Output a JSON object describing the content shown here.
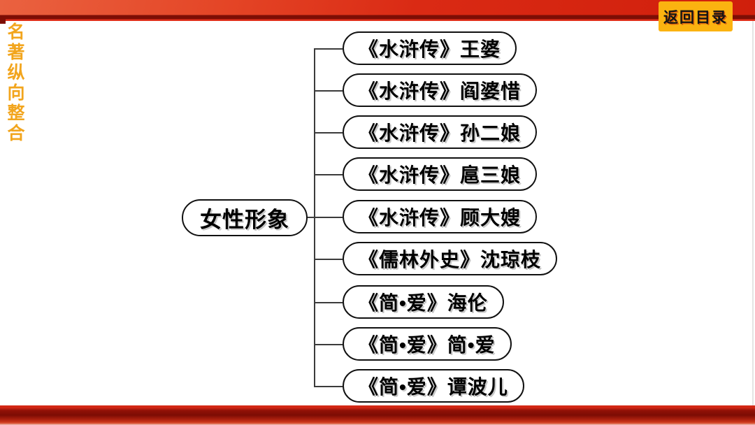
{
  "header": {
    "vertical_title": "名著纵向整合",
    "return_button_label": "返回目录"
  },
  "diagram": {
    "root_label": "女性形象",
    "leaves": [
      "《水浒传》王婆",
      "《水浒传》阎婆惜",
      "《水浒传》孙二娘",
      "《水浒传》扈三娘",
      "《水浒传》顾大嫂",
      "《儒林外史》沈琼枝",
      "《简•爱》海伦",
      "《简•爱》简•爱",
      "《简•爱》谭波儿"
    ]
  },
  "colors": {
    "ribbon_red": "#d62511",
    "ribbon_dark_red": "#7d0e05",
    "button_yellow": "#fbb310",
    "vertical_title_orange": "#f2a51d",
    "node_border": "#111111",
    "connector_gray": "#3b3b3b"
  }
}
